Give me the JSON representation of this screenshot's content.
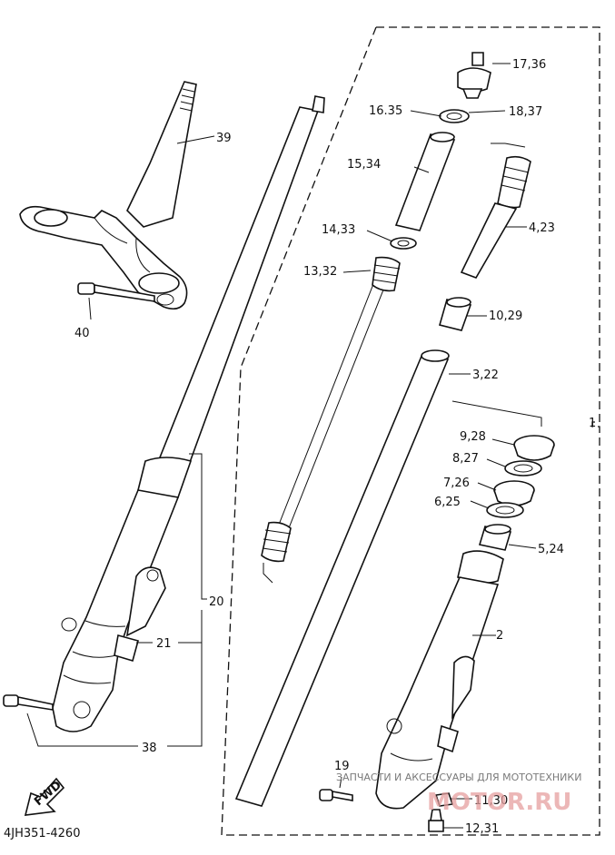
{
  "labels": {
    "p1": "1",
    "p2": "2",
    "p3": "3,22",
    "p4": "4,23",
    "p5": "5,24",
    "p6": "6,25",
    "p7": "7,26",
    "p8": "8,27",
    "p9": "9,28",
    "p10": "10,29",
    "p11": "11,30",
    "p12": "12,31",
    "p13": "13,32",
    "p14": "14,33",
    "p15": "15,34",
    "p16": "16.35",
    "p17": "17,36",
    "p18": "18,37",
    "p19": "19",
    "p20": "20",
    "p21": "21",
    "p38": "38",
    "p39": "39",
    "p40": "40"
  },
  "fwd_label": "FWD",
  "diagram_code": "4JH351-4260",
  "watermark": {
    "line1": "ЗАПЧАСТИ И АКСЕССУАРЫ ДЛЯ МОТОТЕХНИКИ",
    "line2": "MOTOR.RU"
  }
}
